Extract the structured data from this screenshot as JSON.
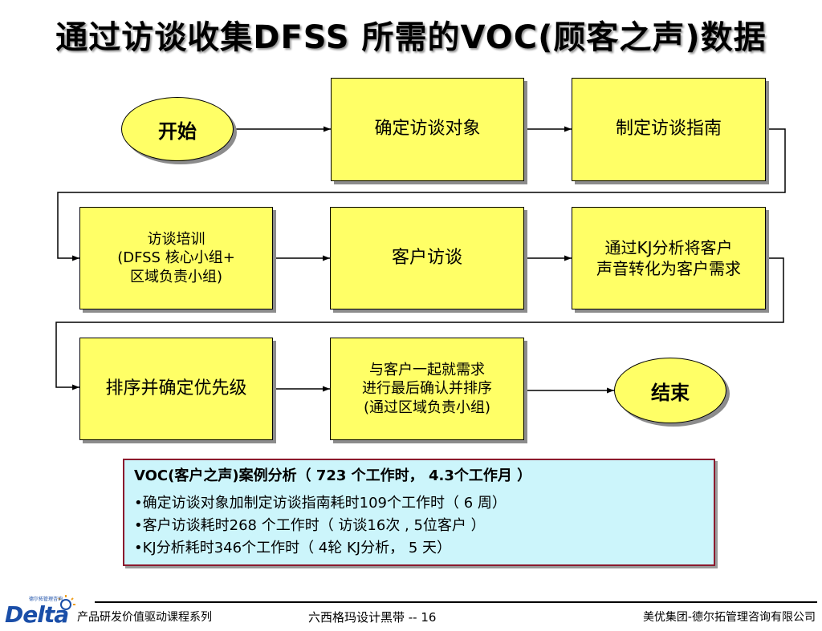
{
  "title": "通过访谈收集DFSS 所需的VOC(顾客之声)数据",
  "flow": {
    "start": "开始",
    "step1": "确定访谈对象",
    "step2": "制定访谈指南",
    "step3": [
      "访谈培训",
      "(DFSS 核心小组+",
      "区域负责小组)"
    ],
    "step4": "客户访谈",
    "step5": [
      "通过KJ分析将客户",
      "声音转化为客户需求"
    ],
    "step6": "排序并确定优先级",
    "step7": [
      "与客户一起就需求",
      "进行最后确认并排序",
      "(通过区域负责小组)"
    ],
    "end": "结束"
  },
  "case": {
    "title": "VOC(客户之声)案例分析（ 723 个工作时， 4.3个工作月 ）",
    "items": [
      "•确定访谈对象加制定访谈指南耗时109个工作时（ 6 周）",
      "•客户访谈耗时268 个工作时（ 访谈16次 , 5位客户 ）",
      "•KJ分析耗时346个工作时（ 4轮 KJ分析， 5 天）"
    ]
  },
  "footer": {
    "logo_text": "Delta",
    "logo_sub": "德尔拓管理咨询",
    "left": "产品研发价值驱动课程系列",
    "middle": "六西格玛设计黑带 -- 16",
    "right": "美优集团-德尔拓管理咨询有限公司"
  },
  "colors": {
    "box_fill": "#ffff66",
    "case_fill": "#ccf5fb",
    "case_border": "#8b1a2e",
    "logo_blue": "#1a4ea8"
  }
}
